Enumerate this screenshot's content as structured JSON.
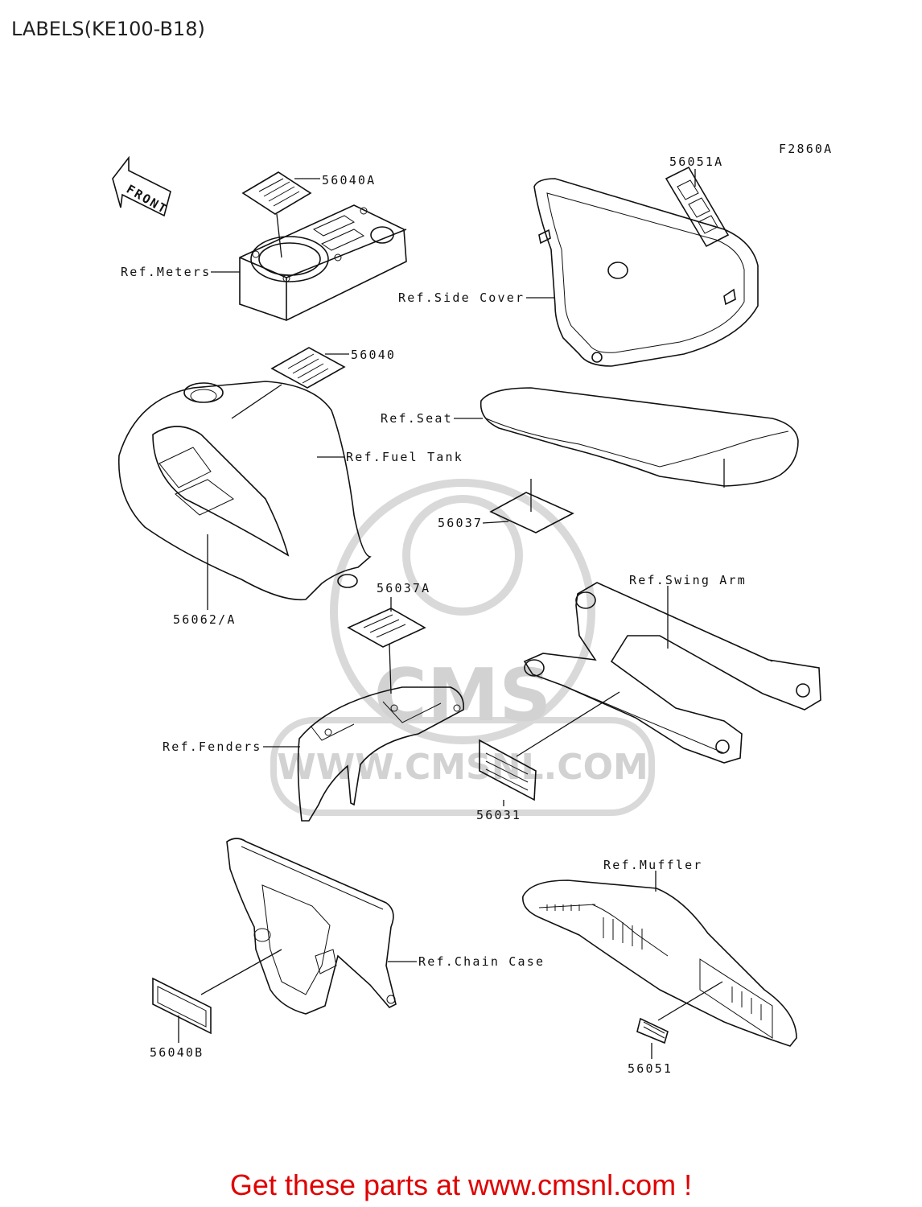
{
  "page": {
    "title": "LABELS(KE100-B18)",
    "figure_code": "F2860A",
    "footer_cta": "Get these parts at www.cmsnl.com !"
  },
  "watermark": {
    "brand": "CMS",
    "url": "WWW.CMSNL.COM"
  },
  "front_arrow": {
    "text": "FRONT"
  },
  "callouts": {
    "p56040A": "56040A",
    "p56051A": "56051A",
    "ref_meters": "Ref.Meters",
    "ref_side_cover": "Ref.Side Cover",
    "p56040": "56040",
    "ref_seat": "Ref.Seat",
    "ref_fuel_tank": "Ref.Fuel Tank",
    "p56037": "56037",
    "p56037A": "56037A",
    "ref_swing_arm": "Ref.Swing Arm",
    "p56062A": "56062/A",
    "ref_fenders": "Ref.Fenders",
    "p56031": "56031",
    "ref_muffler": "Ref.Muffler",
    "ref_chain_case": "Ref.Chain Case",
    "p56040B": "56040B",
    "p56051": "56051"
  }
}
